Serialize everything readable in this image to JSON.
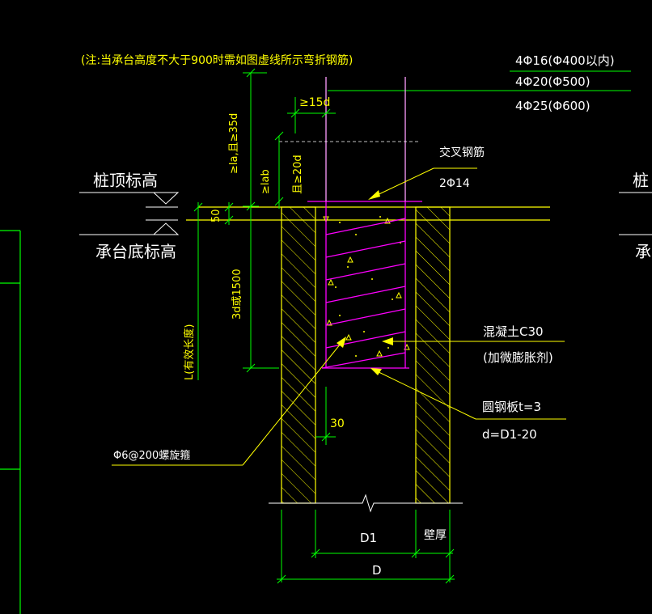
{
  "note": "(注:当承台高度不大于900时需如图虚线所示弯折钢筋)",
  "rebar_specs": [
    "4Φ16(Φ400以内)",
    "4Φ20(Φ500)",
    "4Φ25(Φ600)"
  ],
  "labels": {
    "pile_top_elev": "桩顶标高",
    "cap_bottom_elev": "承台底标高",
    "pile_top_elev_right": "桩",
    "cap_bottom_elev_right": "承",
    "la_35d": "≥la,且≥35d",
    "d15": "≥15d",
    "lab": "≥lab",
    "d20": "且≥20d",
    "d50": "50",
    "d3d1500": "3d或1500",
    "L_effective": "L(有效长度)",
    "cross_bars": "交叉钢筋",
    "cross_bars_spec": "2Φ14",
    "concrete": "混凝土C30",
    "expansion": "(加微膨胀剂)",
    "steel_plate": "圆钢板t=3",
    "plate_dia": "d=D1-20",
    "d30": "30",
    "spiral": "Φ6@200螺旋箍",
    "D1": "D1",
    "wall": "壁厚",
    "D": "D"
  },
  "colors": {
    "background": "#000000",
    "yellow": "#ffff00",
    "magenta": "#ff00ff",
    "white": "#ffffff",
    "green": "#00ff00",
    "dim_cyan": "#00ffff"
  }
}
